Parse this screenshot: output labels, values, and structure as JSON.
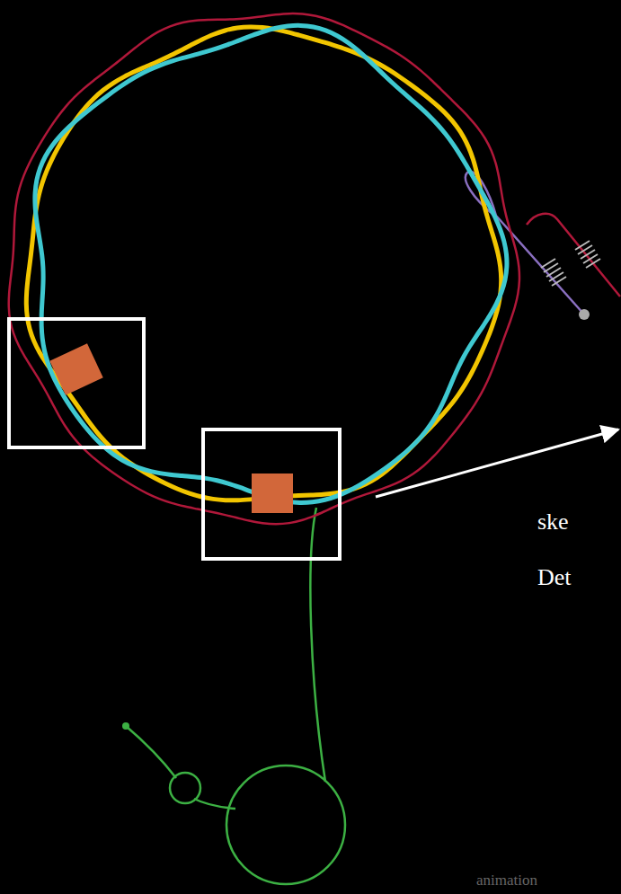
{
  "diagram": {
    "labels": [
      "ske",
      "Det",
      "animation"
    ]
  }
}
